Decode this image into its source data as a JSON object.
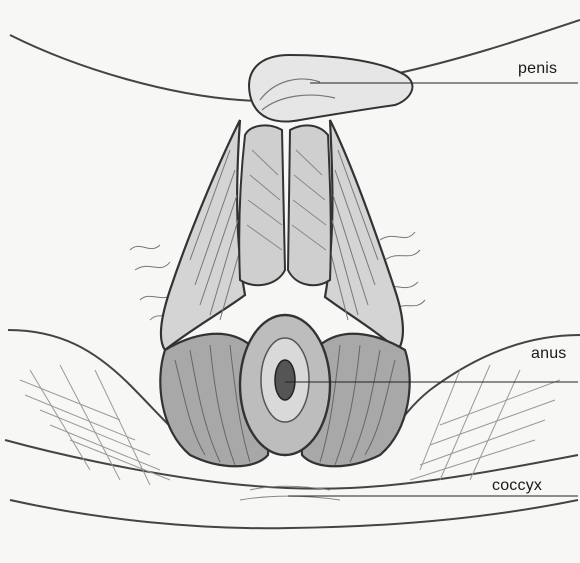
{
  "labels": {
    "penis": "penis",
    "anus": "anus",
    "coccyx": "coccyx"
  },
  "colors": {
    "ink": "#333333",
    "paper": "#f7f7f5",
    "shade": "#8e8e8e",
    "skin": "#ececec"
  },
  "icons": {
    "diagram": "anatomical-sketch"
  }
}
